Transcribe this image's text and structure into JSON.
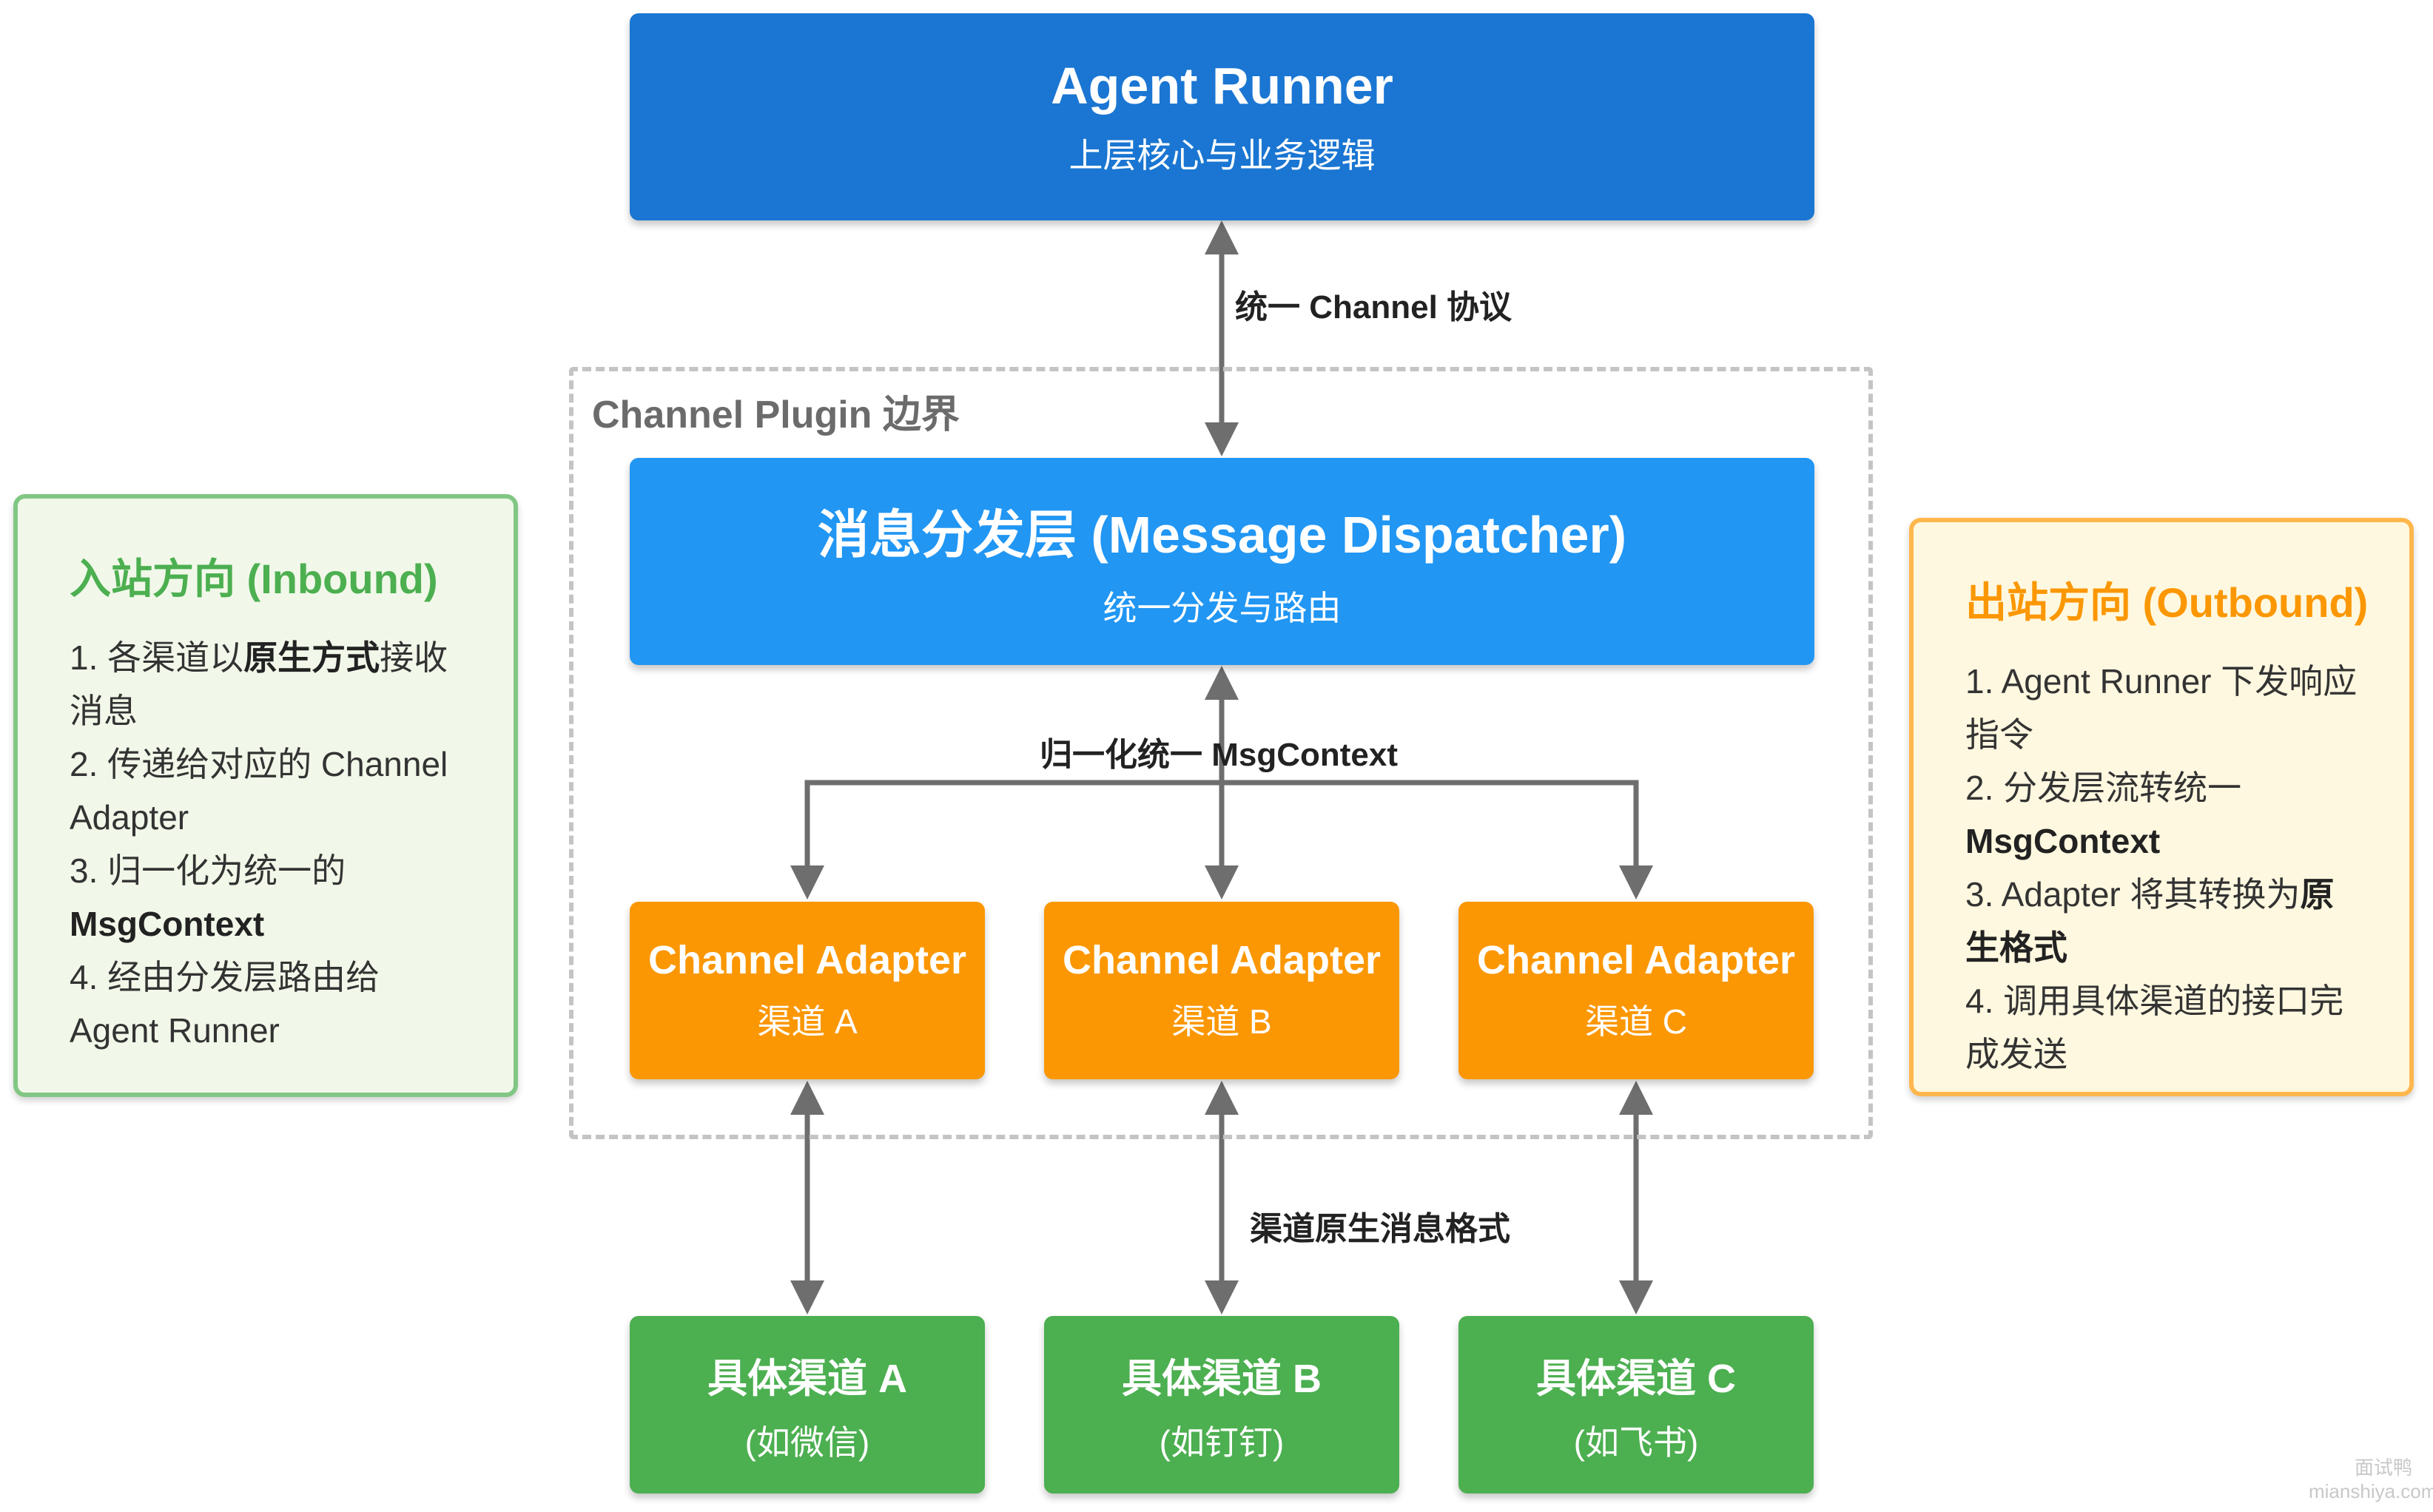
{
  "runner": {
    "title": "Agent Runner",
    "subtitle": "上层核心与业务逻辑"
  },
  "protocol_label": "统一 Channel 协议",
  "plugin": {
    "label": "Channel Plugin 边界"
  },
  "dispatcher": {
    "title": "消息分发层 (Message Dispatcher)",
    "subtitle": "统一分发与路由"
  },
  "normalize_label": "归一化统一 MsgContext",
  "adapters": [
    {
      "title": "Channel Adapter",
      "subtitle": "渠道 A"
    },
    {
      "title": "Channel Adapter",
      "subtitle": "渠道 B"
    },
    {
      "title": "Channel Adapter",
      "subtitle": "渠道 C"
    }
  ],
  "native_label": "渠道原生消息格式",
  "channels": [
    {
      "title": "具体渠道 A",
      "subtitle": "(如微信)"
    },
    {
      "title": "具体渠道 B",
      "subtitle": "(如钉钉)"
    },
    {
      "title": "具体渠道 C",
      "subtitle": "(如飞书)"
    }
  ],
  "inbound": {
    "title": "入站方向 (Inbound)",
    "steps": [
      {
        "prefix": "1. 各渠道以",
        "bold": "原生方式",
        "suffix": "接收消息"
      },
      {
        "prefix": "2. 传递给对应的 Channel Adapter",
        "bold": "",
        "suffix": ""
      },
      {
        "prefix": "3. 归一化为统一的 ",
        "bold": "MsgContext",
        "suffix": ""
      },
      {
        "prefix": "4. 经由分发层路由给 Agent Runner",
        "bold": "",
        "suffix": ""
      }
    ]
  },
  "outbound": {
    "title": "出站方向 (Outbound)",
    "steps": [
      {
        "prefix": "1. Agent Runner 下发响应指令",
        "bold": "",
        "suffix": ""
      },
      {
        "prefix": "2. 分发层流转统一 ",
        "bold": "MsgContext",
        "suffix": ""
      },
      {
        "prefix": "3. Adapter 将其转换为",
        "bold": "原生格式",
        "suffix": ""
      },
      {
        "prefix": "4. 调用具体渠道的接口完成发送",
        "bold": "",
        "suffix": ""
      }
    ]
  },
  "watermark": {
    "line1": "面试鸭",
    "line2": "mianshiya.com"
  },
  "colors": {
    "runner": "#1a76d2",
    "dispatcher": "#2196f3",
    "adapter": "#fb9703",
    "channel": "#4caf50",
    "connector": "#6e6e6e",
    "boundary": "#c4c4c4"
  }
}
